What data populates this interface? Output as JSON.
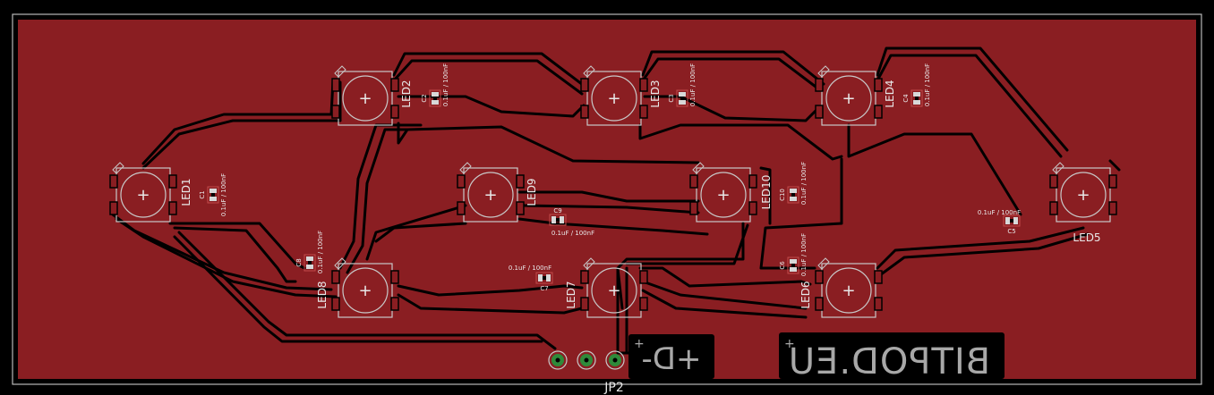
{
  "board": {
    "copper_color": "#8a1e22",
    "background_color": "#000000",
    "outline_color": "#b8b8b8"
  },
  "leds": [
    {
      "id": "led1",
      "label": "LED1"
    },
    {
      "id": "led2",
      "label": "LED2"
    },
    {
      "id": "led3",
      "label": "LED3"
    },
    {
      "id": "led4",
      "label": "LED4"
    },
    {
      "id": "led5",
      "label": "LED5"
    },
    {
      "id": "led6",
      "label": "LED6"
    },
    {
      "id": "led7",
      "label": "LED7"
    },
    {
      "id": "led8",
      "label": "LED8"
    },
    {
      "id": "led9",
      "label": "LED9"
    },
    {
      "id": "led10",
      "label": "LED10"
    }
  ],
  "capacitors": [
    {
      "id": "c1",
      "name": "C1",
      "value": "0.1uF / 100nF"
    },
    {
      "id": "c2",
      "name": "C2",
      "value": "0.1uF / 100nF"
    },
    {
      "id": "c3",
      "name": "C3",
      "value": "0.1uF / 100nF"
    },
    {
      "id": "c4",
      "name": "C4",
      "value": "0.1uF / 100nF"
    },
    {
      "id": "c5",
      "name": "C5",
      "value": "0.1uF / 100nF"
    },
    {
      "id": "c6",
      "name": "C6",
      "value": "0.1uF / 100nF"
    },
    {
      "id": "c7",
      "name": "C7",
      "value": "0.1uF / 100nF"
    },
    {
      "id": "c8",
      "name": "C8",
      "value": "0.1uF / 100nF"
    },
    {
      "id": "c9",
      "name": "C9",
      "value": "0.1uF / 100nF"
    },
    {
      "id": "c10",
      "name": "C10",
      "value": "0.1uF / 100nF"
    }
  ],
  "connector": {
    "label": "JP2",
    "pin_color": "#2f8a3a"
  },
  "silk_text": {
    "pins": "+D-",
    "brand": "BITPOD.EU"
  },
  "led_symbol": "+"
}
